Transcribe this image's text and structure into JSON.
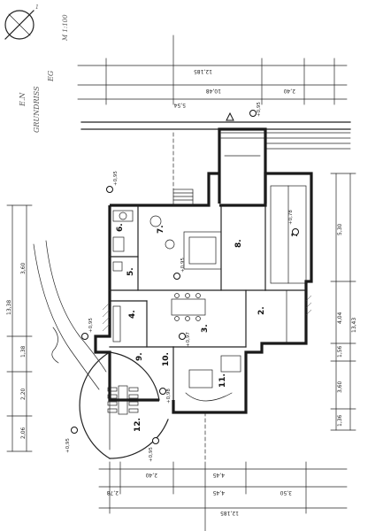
{
  "dimensions": {
    "top_total": "12,185",
    "top_a": "5,54",
    "top_b": "10,48",
    "top_c": "2,40",
    "left_total": "13,38",
    "left_a": "3,60",
    "left_b": "1,38",
    "left_c": "2,20",
    "left_d": "2,06",
    "right_total": "13,43",
    "right_a": "5,30",
    "right_b": "4,04",
    "right_c": "1,56",
    "right_d": "3,60",
    "right_e": "1,36",
    "bottom_total": "12,185",
    "bottom_a": "3,50",
    "bottom_b": "4,45",
    "bottom_c": "4,45",
    "bottom_d": "2,40",
    "bottom_e": "2,78"
  },
  "levels": {
    "l1": "+0,95",
    "l2": "+0,78",
    "l3": "+0,95",
    "l4": "+0,97",
    "l5": "+0,98",
    "l6": "+0,95",
    "l7": "+0,95",
    "l8": "+0,95",
    "l9": "+0,95"
  },
  "rooms": {
    "r1": "1",
    "r2": "2.",
    "r3": "3.",
    "r4": "4.",
    "r5": "5.",
    "r6": "6.",
    "r7": "7.",
    "r8": "8.",
    "r9": "9.",
    "r10": "10.",
    "r11": "11.",
    "r12": "12."
  },
  "notes": {
    "corner_mark": "1",
    "hand1": "E.N",
    "hand2": "GRUNDRISS",
    "hand3": "EG",
    "hand4": "M 1:100"
  },
  "colors": {
    "ink": "#222222",
    "paper": "#ffffff"
  }
}
